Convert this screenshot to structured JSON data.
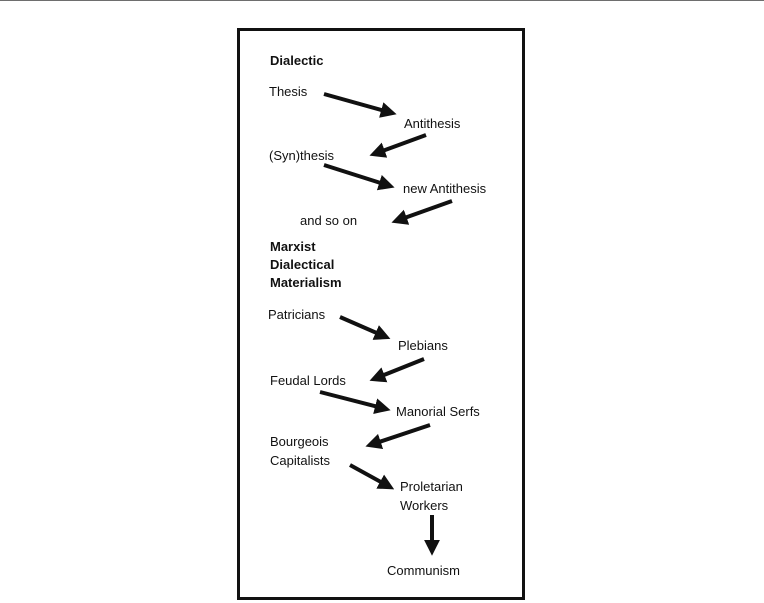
{
  "diagram": {
    "dialectic": {
      "heading": "Dialectic",
      "steps": [
        "Thesis",
        "Antithesis",
        "(Syn)thesis",
        "new Antithesis",
        "and so on"
      ]
    },
    "marxist": {
      "heading_lines": [
        "Marxist",
        "Dialectical",
        "Materialism"
      ],
      "steps": [
        "Patricians",
        "Plebians",
        "Feudal Lords",
        "Manorial Serfs",
        "Bourgeois",
        "Capitalists",
        "Proletarian",
        "Workers",
        "Communism"
      ]
    },
    "colors": {
      "ink": "#111111",
      "frame": "#111111",
      "top_rule": "#6e6e6e"
    },
    "arrow_icon": "black-arrow-icon"
  }
}
